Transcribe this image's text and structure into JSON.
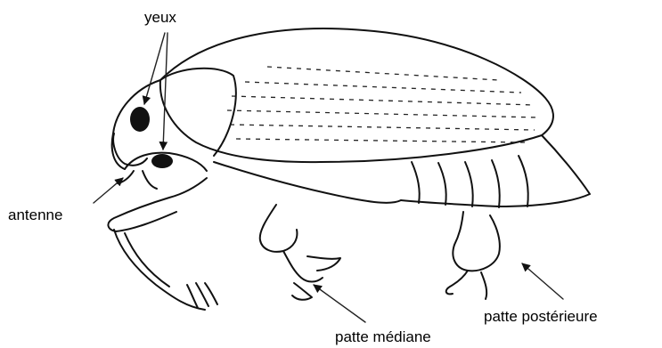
{
  "labels": {
    "eyes": "yeux",
    "antenna": "antenne",
    "mid_leg": "patte médiane",
    "hind_leg": "patte postérieure"
  },
  "colors": {
    "ink": "#111111",
    "background": "#ffffff"
  }
}
